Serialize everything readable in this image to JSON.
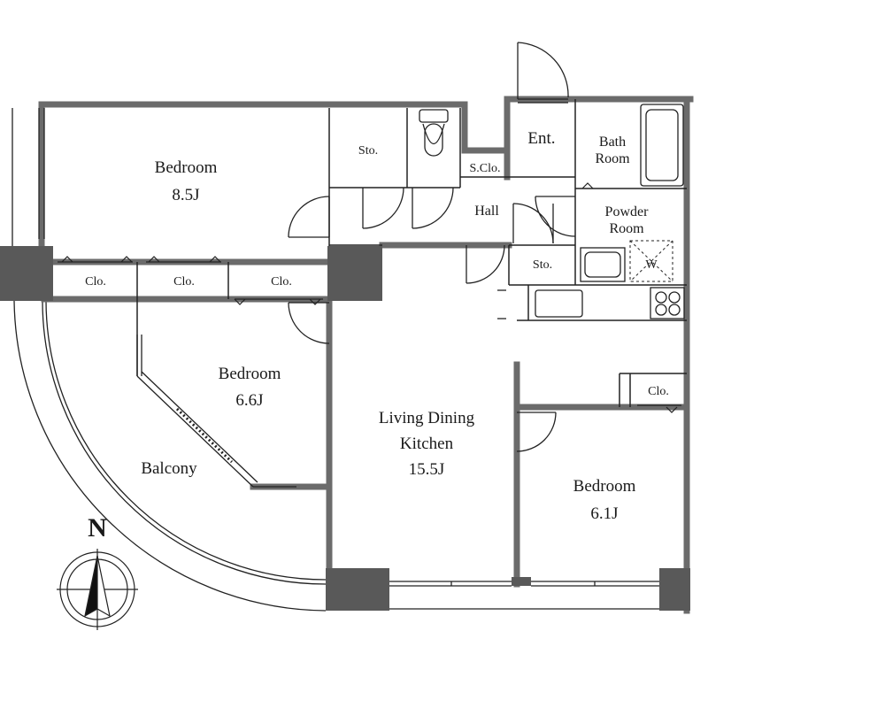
{
  "rooms": {
    "bedroom_1": {
      "name": "Bedroom",
      "size": "8.5J"
    },
    "bedroom_2": {
      "name": "Bedroom",
      "size": "6.6J"
    },
    "bedroom_3": {
      "name": "Bedroom",
      "size": "6.1J"
    },
    "ldk": {
      "line1": "Living Dining",
      "line2": "Kitchen",
      "size": "15.5J"
    },
    "balcony": "Balcony",
    "storage_top": "Sto.",
    "storage_hall": "Sto.",
    "shoe_closet": "S.Clo.",
    "entrance": "Ent.",
    "hall": "Hall",
    "bath": {
      "line1": "Bath",
      "line2": "Room"
    },
    "powder": {
      "line1": "Powder",
      "line2": "Room"
    },
    "washer": "W",
    "closets": [
      "Clo.",
      "Clo.",
      "Clo.",
      "Clo."
    ]
  },
  "compass": {
    "label": "N"
  },
  "colors": {
    "wall": "#6b6b6b",
    "pillar": "#595959",
    "line": "#222222"
  }
}
